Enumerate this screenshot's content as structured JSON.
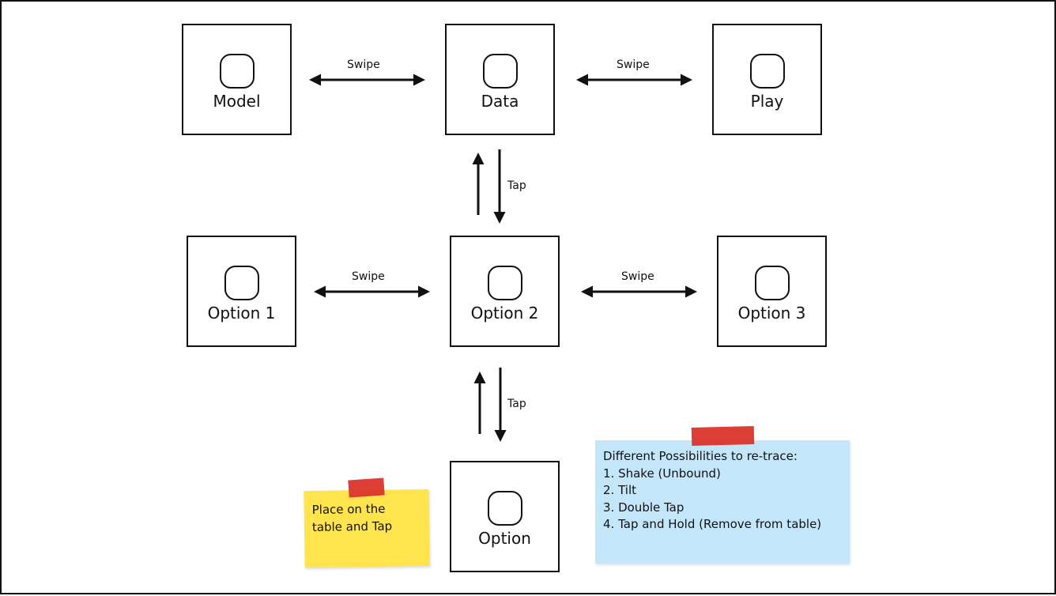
{
  "screens": {
    "model": {
      "label": "Model",
      "icon": "screen-icon"
    },
    "data": {
      "label": "Data",
      "icon": "screen-icon"
    },
    "play": {
      "label": "Play",
      "icon": "screen-icon"
    },
    "option1": {
      "label": "Option 1",
      "icon": "screen-icon"
    },
    "option2": {
      "label": "Option 2",
      "icon": "screen-icon"
    },
    "option3": {
      "label": "Option 3",
      "icon": "screen-icon"
    },
    "option": {
      "label": "Option",
      "icon": "screen-icon"
    }
  },
  "transitions": {
    "model_data": "Swipe",
    "data_play": "Swipe",
    "data_option2": "Tap",
    "option1_option2": "Swipe",
    "option2_option3": "Swipe",
    "option2_option": "Tap"
  },
  "notes": {
    "yellow": {
      "lines": [
        "Place on the",
        "table and Tap"
      ],
      "color": "#ffe44d"
    },
    "blue": {
      "lines": [
        "Different Possibilities to re-trace:",
        "1. Shake (Unbound)",
        "2. Tilt",
        "3. Double Tap",
        "4. Tap and Hold (Remove from table)"
      ],
      "color": "#c4e6fb"
    },
    "tape_color": "#d9352b"
  }
}
